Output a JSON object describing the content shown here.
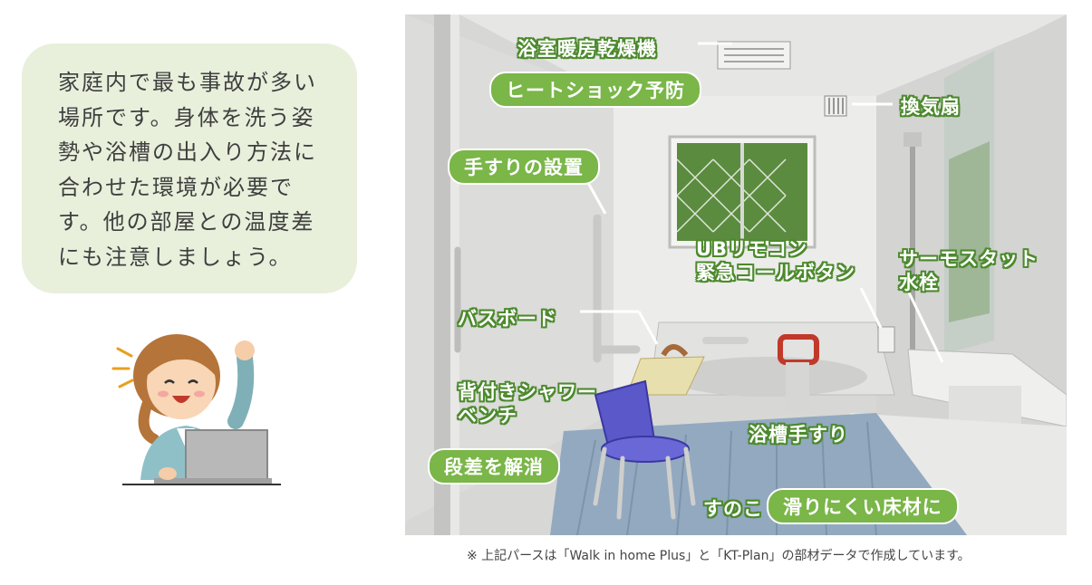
{
  "intro": {
    "lines": [
      "家庭内で最も事故が多い",
      "場所です。身体を洗う姿",
      "勢や浴槽の出入り方法に",
      "合わせた環境が必要で",
      "す。他の部屋との温度差",
      "にも注意しましょう。"
    ]
  },
  "labels": {
    "heater": "浴室暖房乾燥機",
    "heat_shock": "ヒートショック予防",
    "fan": "換気扇",
    "handrail": "手すりの設置",
    "remote_line1": "UBリモコン",
    "remote_line2": "緊急コールボタン",
    "thermostat_line1": "サーモスタット",
    "thermostat_line2": "水栓",
    "bath_board": "バスボード",
    "chair_line1": "背付きシャワー",
    "chair_line2": "ベンチ",
    "tub_rail": "浴槽手すり",
    "step": "段差を解消",
    "sunoko": "すのこ",
    "nonslip": "滑りにくい床材に"
  },
  "footnote": "※ 上記パースは「Walk in home Plus」と「KT-Plan」の部材データで作成しています。",
  "colors": {
    "accent_green": "#7ab648",
    "dark_green": "#4c8a2d",
    "bubble_bg": "#e8f0dc"
  }
}
